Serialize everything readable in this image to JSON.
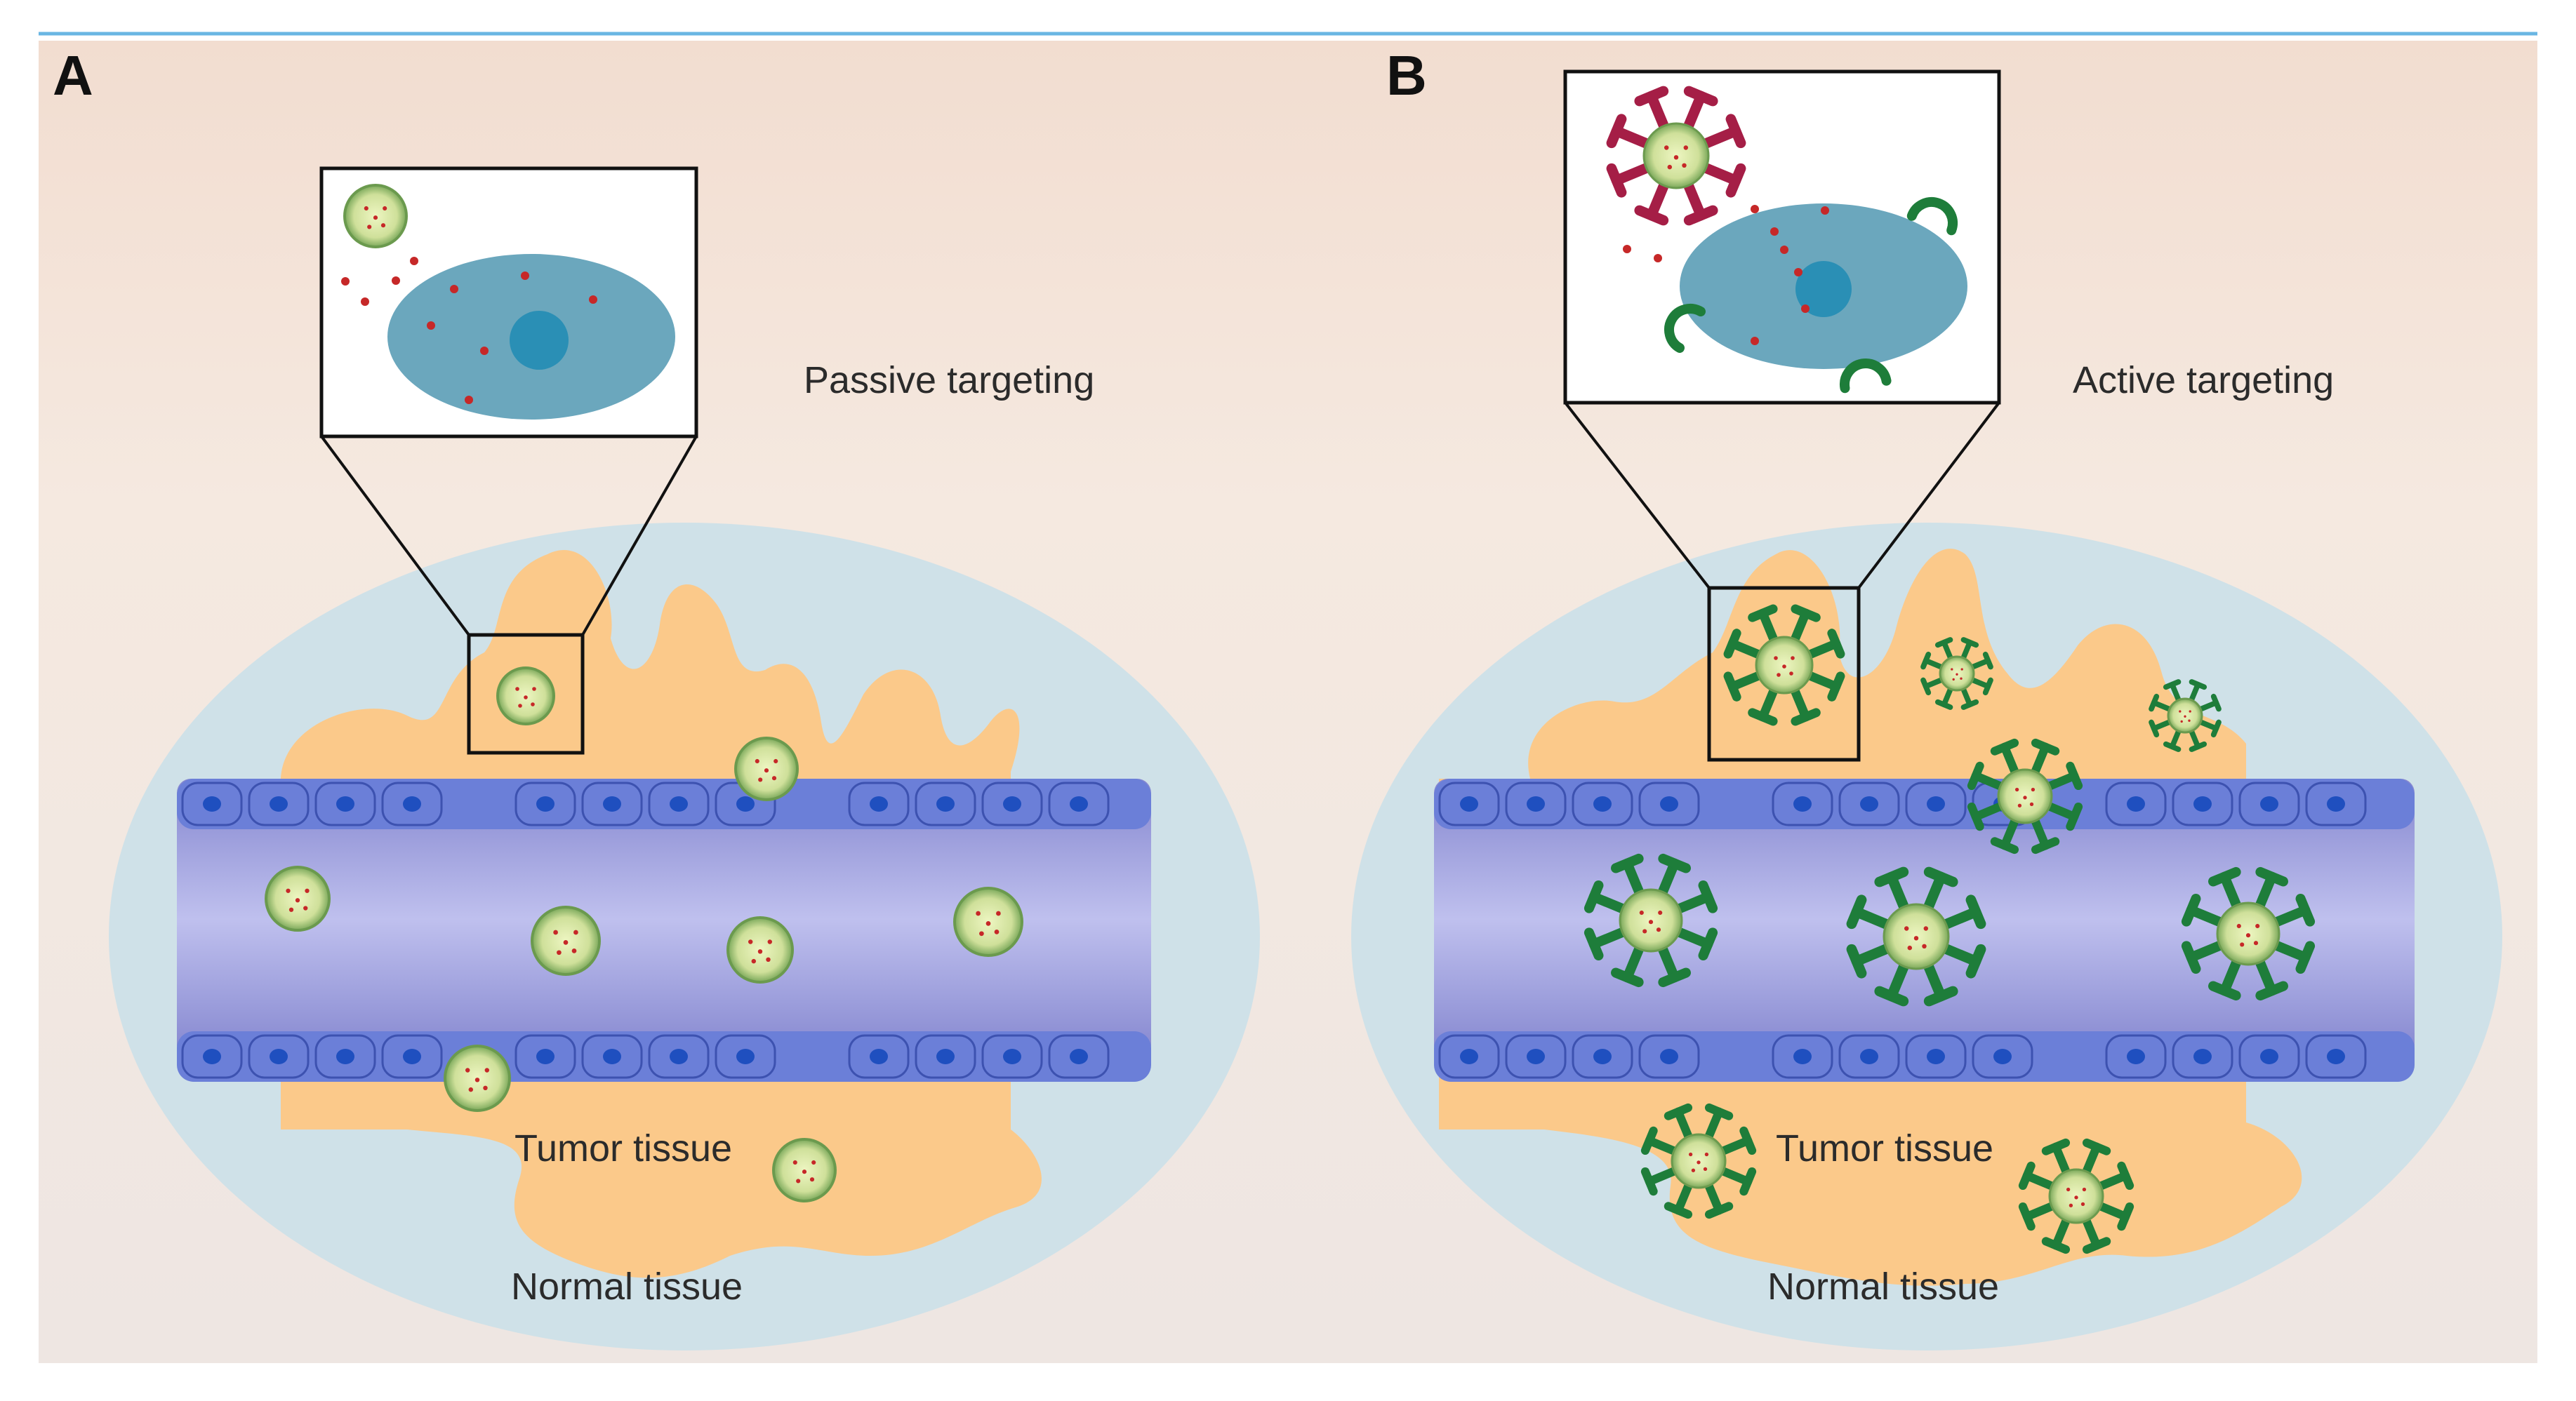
{
  "colors": {
    "background": "#f4e6dc",
    "normal_tissue": "#cfe1e8",
    "tumor_tissue": "#fbc98a",
    "vessel": "#9b9cdd",
    "vessel_cell": "#6b7fd8",
    "vessel_nucleus": "#1f4fbf",
    "nanoparticle": "#a9cb82",
    "drug_dot": "#c62828",
    "ligand_green": "#1e7d3a",
    "ligand_red": "#a51e46",
    "target_cell": "#6ba7bd",
    "target_nucleus": "#2a8fb5"
  },
  "panels": [
    {
      "id": "A",
      "letter": "A",
      "title": "Passive targeting",
      "tumor_label": "Tumor tissue",
      "normal_label": "Normal tissue",
      "particle_icon": "plain-nanoparticle"
    },
    {
      "id": "B",
      "letter": "B",
      "title": "Active targeting",
      "tumor_label": "Tumor tissue",
      "normal_label": "Normal tissue",
      "particle_icon": "ligand-nanoparticle"
    }
  ]
}
